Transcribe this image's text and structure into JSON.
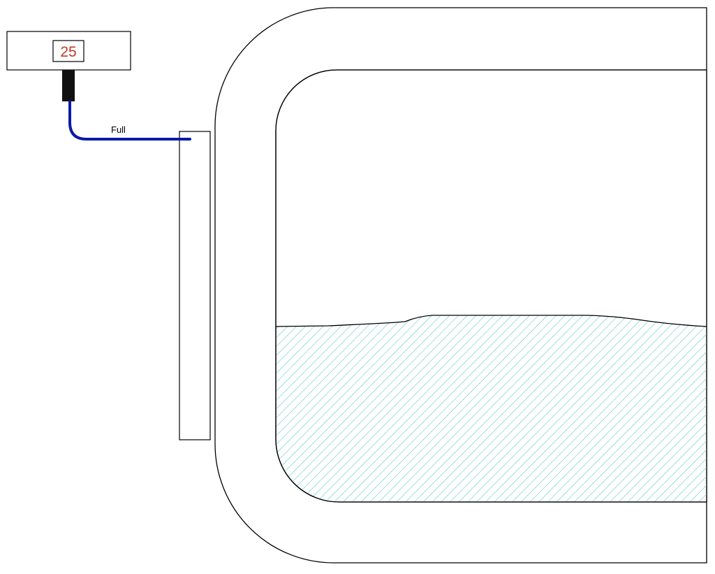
{
  "sensor_display": {
    "reading": "25",
    "reading_color": "#c0392b",
    "icon": "digital-readout-icon"
  },
  "probe": {
    "label": "Full",
    "cable_color": "#0a1aa8",
    "connector_color": "#111111"
  },
  "tank": {
    "outline_color": "#000000",
    "liquid": {
      "hatch_color": "#5ec8cc",
      "fill_fraction": 0.42
    }
  }
}
